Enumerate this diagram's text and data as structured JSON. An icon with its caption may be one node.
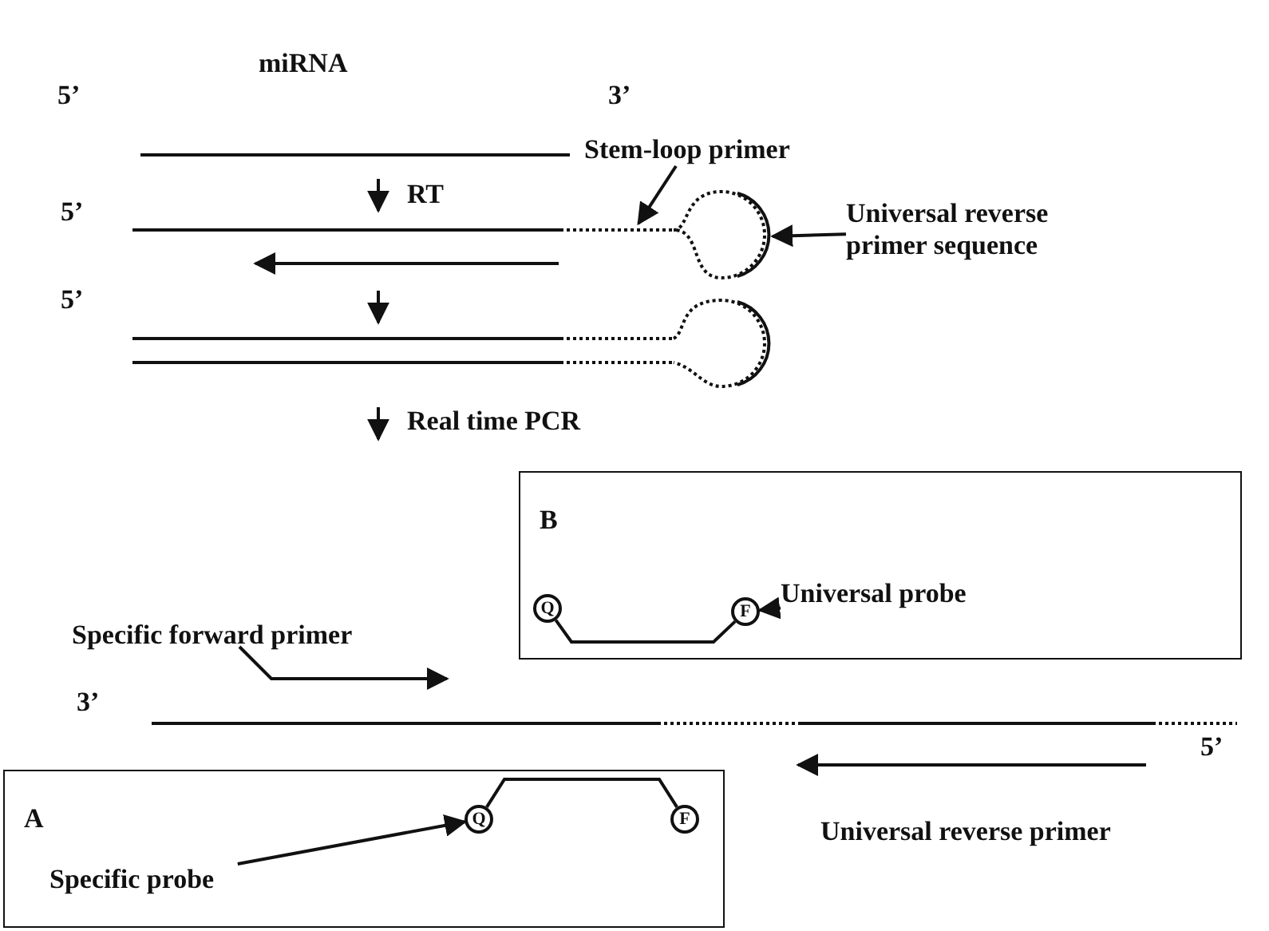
{
  "diagram": {
    "nodes": [
      {
        "text": [
          "Stem-loop primer"
        ]
      },
      {
        "text": [
          "Universal reverse primer sequence"
        ]
      },
      {
        "text": [
          "B"
        ]
      },
      {
        "text": [
          "Universal probe"
        ],
        "in": 2
      },
      {
        "text": [
          "Q"
        ],
        "in": 2
      },
      {
        "text": [
          "F"
        ],
        "in": 2
      },
      {
        "text": [
          "A"
        ]
      },
      {
        "text": [
          "Q"
        ],
        "in": 6
      },
      {
        "text": [
          "F"
        ],
        "in": 6
      },
      {
        "text": [
          "Specific probe"
        ],
        "in": 6
      }
    ],
    "edges": [
      {
        "from": 0,
        "to": null,
        "arrow": "to"
      },
      {
        "from": 1,
        "to": null,
        "arrow": "to"
      },
      {
        "from": 3,
        "to": 5,
        "arrow": "to"
      },
      {
        "from": 4,
        "to": 5,
        "arrow": "none"
      },
      {
        "from": 7,
        "to": 8,
        "arrow": "none"
      },
      {
        "from": 9,
        "to": 7,
        "arrow": "to"
      }
    ],
    "labels": [
      "miRNA",
      "5’",
      "3’",
      "RT",
      "5’",
      "5’",
      "Real time PCR",
      "Specific forward primer",
      "3’",
      "5’",
      "Universal reverse primer"
    ]
  }
}
